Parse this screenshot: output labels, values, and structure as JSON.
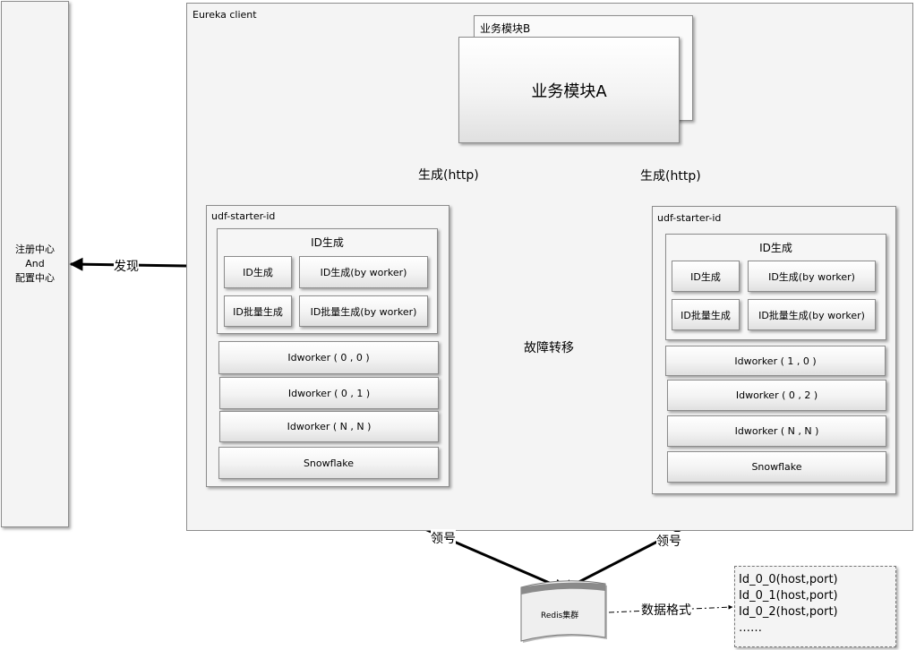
{
  "registry": {
    "line1": "注册中心",
    "line2": "And",
    "line3": "配置中心"
  },
  "eureka": {
    "title": "Eureka client"
  },
  "modules": {
    "b": "业务模块B",
    "a": "业务模块A"
  },
  "arrows": {
    "generate_left": "生成(http)",
    "generate_right": "生成(http)",
    "discover": "发现",
    "failover": "故障转移",
    "receive_left": "领号",
    "receive_right": "领号",
    "data_format": "数据格式"
  },
  "starters": [
    {
      "title": "udf-starter-id",
      "group_title": "ID生成",
      "buttons": [
        "ID生成",
        "ID生成(by worker)",
        "ID批量生成",
        "ID批量生成(by worker)"
      ],
      "workers": [
        "Idworker ( 0 , 0 )",
        "Idworker ( 0 , 1 )",
        "Idworker ( N , N )",
        "Snowflake"
      ]
    },
    {
      "title": "udf-starter-id",
      "group_title": "ID生成",
      "buttons": [
        "ID生成",
        "ID生成(by worker)",
        "ID批量生成",
        "ID批量生成(by worker)"
      ],
      "workers": [
        "Idworker ( 1 , 0 )",
        "Idworker ( 0 , 2 )",
        "Idworker ( N , N )",
        "Snowflake"
      ]
    }
  ],
  "redis": {
    "label": "Redis集群"
  },
  "legend": {
    "lines": [
      "Id_0_0(host,port)",
      "Id_0_1(host,port)",
      "Id_0_2(host,port)",
      "……"
    ]
  },
  "colors": {
    "border": "#8c8c8c",
    "panel": "#f4f4f4",
    "line": "#000000"
  }
}
